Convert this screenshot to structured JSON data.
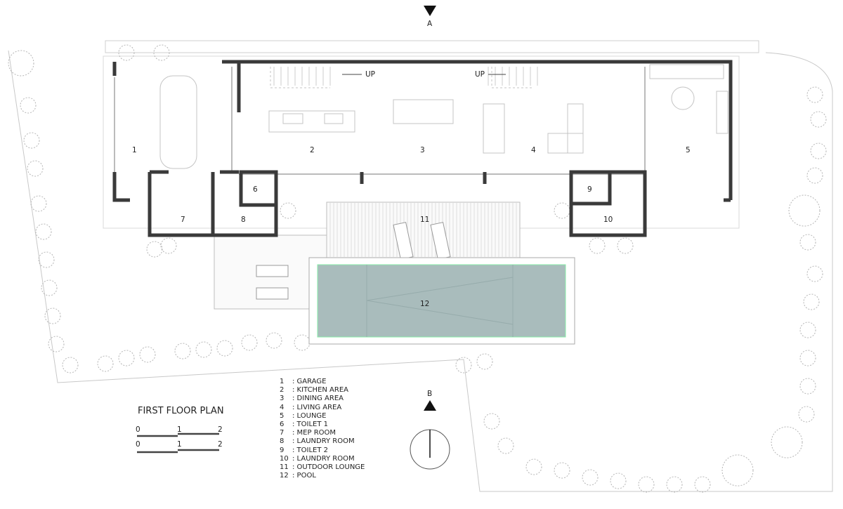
{
  "title": "FIRST FLOOR PLAN",
  "section_markers": [
    "A",
    "B"
  ],
  "scale_bar": {
    "ticks": [
      "0",
      "1",
      "2"
    ]
  },
  "stair_labels": [
    "UP",
    "UP"
  ],
  "rooms": [
    "1",
    "2",
    "3",
    "4",
    "5",
    "6",
    "7",
    "8",
    "9",
    "10",
    "11",
    "12"
  ],
  "legend": [
    {
      "num": "1",
      "name": ": GARAGE"
    },
    {
      "num": "2",
      "name": ": KITCHEN AREA"
    },
    {
      "num": "3",
      "name": ": DINING AREA"
    },
    {
      "num": "4",
      "name": ": LIVING AREA"
    },
    {
      "num": "5",
      "name": ": LOUNGE"
    },
    {
      "num": "6",
      "name": ": TOILET 1"
    },
    {
      "num": "7",
      "name": ": MEP ROOM"
    },
    {
      "num": "8",
      "name": ": LAUNDRY ROOM"
    },
    {
      "num": "9",
      "name": ": TOILET 2"
    },
    {
      "num": "10",
      "name": ": LAUNDRY ROOM"
    },
    {
      "num": "11",
      "name": ": OUTDOOR LOUNGE"
    },
    {
      "num": "12",
      "name": ": POOL"
    }
  ],
  "colors": {
    "wall": "#3a3a3a",
    "pool": "#a9bcbc",
    "line": "#bbbbbb"
  }
}
